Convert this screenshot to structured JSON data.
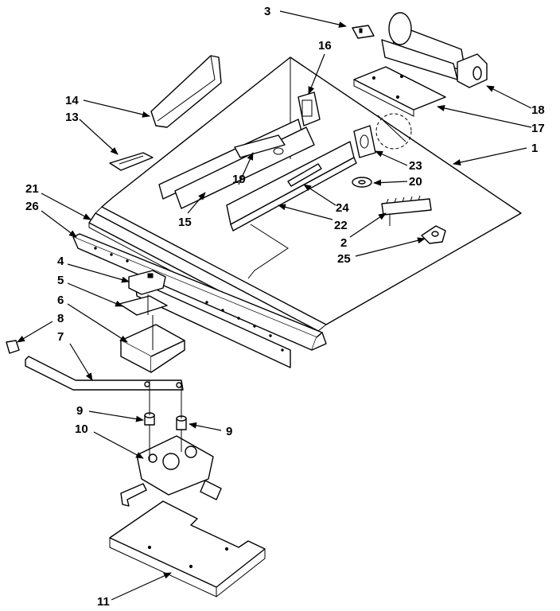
{
  "callouts": {
    "c1": "1",
    "c2": "2",
    "c3": "3",
    "c4": "4",
    "c5": "5",
    "c6": "6",
    "c7": "7",
    "c8": "8",
    "c9a": "9",
    "c9b": "9",
    "c10": "10",
    "c11": "11",
    "c13": "13",
    "c14": "14",
    "c15": "15",
    "c16": "16",
    "c17": "17",
    "c18": "18",
    "c19": "19",
    "c20": "20",
    "c21": "21",
    "c22": "22",
    "c23": "23",
    "c24": "24",
    "c25": "25",
    "c26": "26"
  }
}
